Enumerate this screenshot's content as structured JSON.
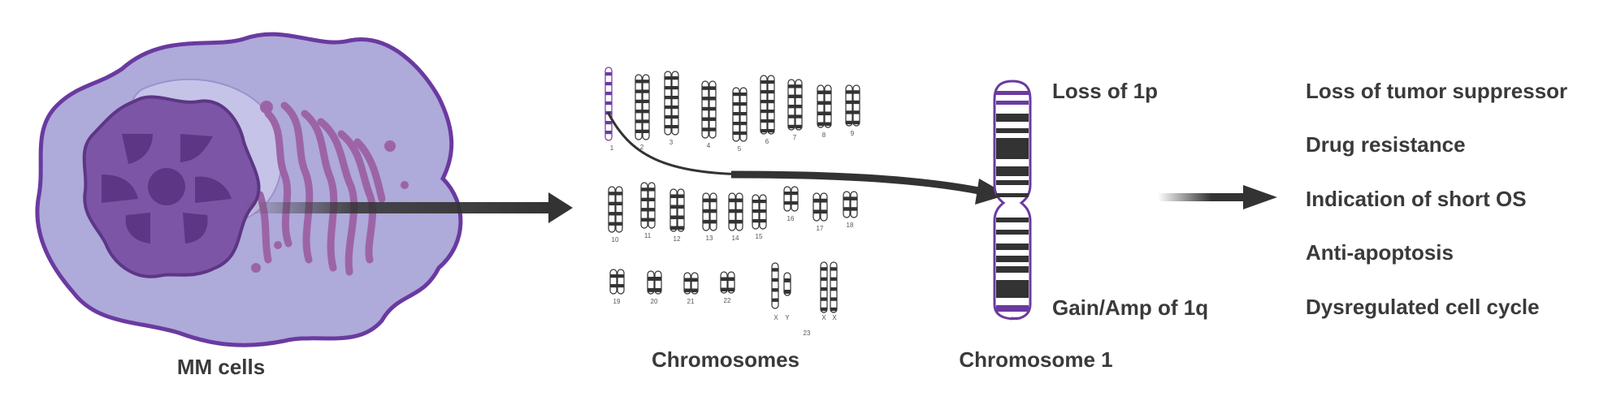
{
  "colors": {
    "cell_fill": "#aeaad9",
    "cell_stroke": "#6a4a9a",
    "nucleus_fill": "#7d55a6",
    "nucleus_dark": "#5d3686",
    "er_color": "#9c64a6",
    "arrow": "#333333",
    "chrom_purple": "#6a3aa0",
    "text": "#3a3a3a"
  },
  "labels": {
    "mm_cells": "MM cells",
    "chromosomes": "Chromosomes",
    "chromosome1": "Chromosome 1",
    "loss_1p": "Loss of 1p",
    "gain_1q": "Gain/Amp of 1q"
  },
  "outcomes": [
    "Loss of tumor suppressor",
    "Drug resistance",
    "Indication of short OS",
    "Anti-apoptosis",
    "Dysregulated cell cycle"
  ],
  "karyotype_numbers": [
    "1",
    "2",
    "3",
    "4",
    "5",
    "6",
    "7",
    "8",
    "9",
    "10",
    "11",
    "12",
    "13",
    "14",
    "15",
    "16",
    "17",
    "18",
    "19",
    "20",
    "21",
    "22",
    "23"
  ],
  "sex_labels": [
    "X",
    "Y",
    "X",
    "X"
  ]
}
